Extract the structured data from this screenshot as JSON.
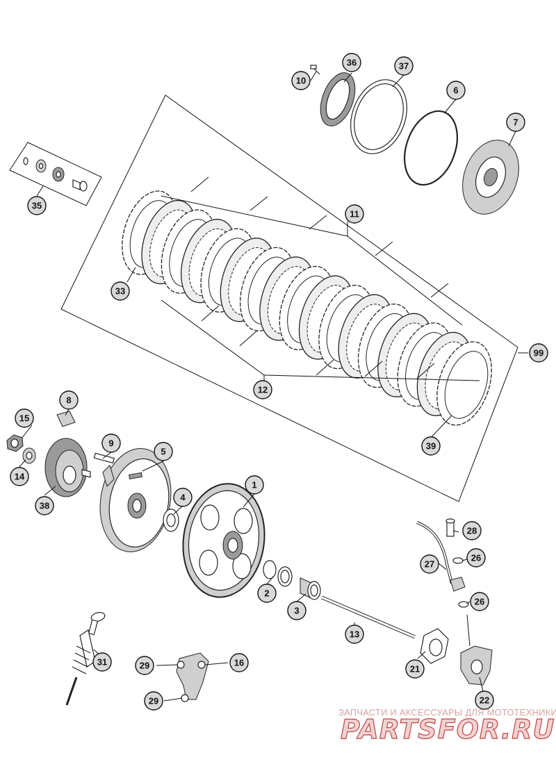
{
  "callouts": {
    "c1": "1",
    "c2": "2",
    "c3": "3",
    "c4": "4",
    "c5": "5",
    "c6": "6",
    "c7": "7",
    "c8": "8",
    "c9": "9",
    "c10": "10",
    "c11": "11",
    "c12": "12",
    "c13": "13",
    "c14": "14",
    "c15": "15",
    "c16": "16",
    "c21": "21",
    "c22": "22",
    "c26a": "26",
    "c26b": "26",
    "c27": "27",
    "c28": "28",
    "c29a": "29",
    "c29b": "29",
    "c31": "31",
    "c33": "33",
    "c35": "35",
    "c36": "36",
    "c37": "37",
    "c38": "38",
    "c39": "39",
    "c99": "99"
  },
  "watermark": {
    "tagline": "ЗАПЧАСТИ И АКСЕССУАРЫ ДЛЯ МОТОТЕХНИКИ",
    "logo": "PARTSFOR.RU",
    "color": "#c24444"
  }
}
